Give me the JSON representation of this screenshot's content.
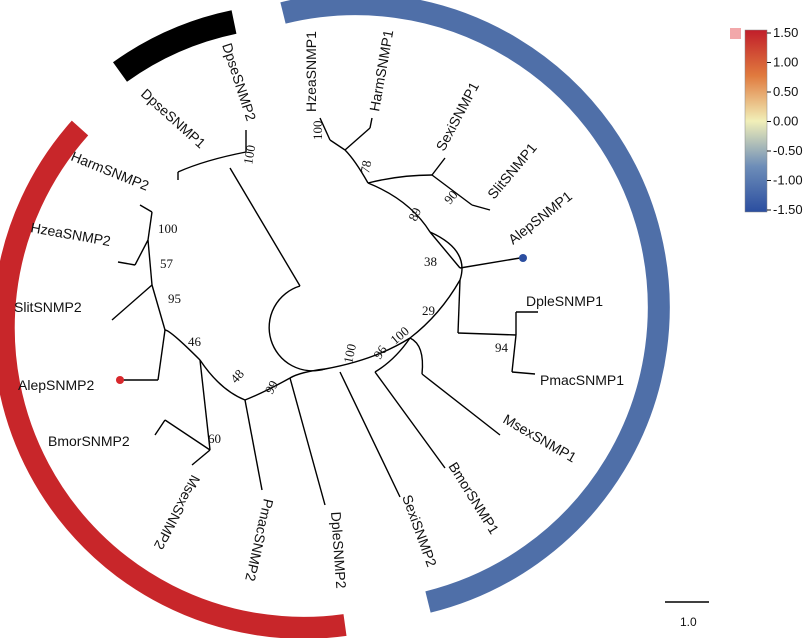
{
  "colors": {
    "snmp1_arc": "#4f6fa8",
    "snmp2_arc": "#c8262a",
    "dpse_arc": "#000000",
    "alep_snmp1_dot": "#2b4ea0",
    "alep_snmp2_dot": "#d8282c",
    "legend_marker": "#f2a8aa",
    "colorbar_stops": [
      "#2b4ea0",
      "#6d8db8",
      "#f1efb8",
      "#e07a3e",
      "#c11e2a"
    ]
  },
  "leaves": {
    "hzea1": "HzeaSNMP1",
    "harm1": "HarmSNMP1",
    "sexi1": "SexiSNMP1",
    "slit1": "SlitSNMP1",
    "alep1": "AlepSNMP1",
    "dple1": "DpleSNMP1",
    "pmac1": "PmacSNMP1",
    "msex1": "MsexSNMP1",
    "bmor1": "BmorSNMP1",
    "sexi2": "SexiSNMP2",
    "dple2": "DpleSNMP2",
    "pmac2": "PmacSNMP2",
    "msex2": "MsexSNMP2",
    "bmor2": "BmorSNMP2",
    "alep2": "AlepSNMP2",
    "slit2": "SlitSNMP2",
    "hzea2": "HzeaSNMP2",
    "harm2": "HarmSNMP2",
    "dpse1": "DpseSNMP1",
    "dpse2": "DpseSNMP2"
  },
  "bootstrap": {
    "b100_hzea_harm1": "100",
    "b78": "78",
    "b90": "90",
    "b89": "89",
    "b38": "38",
    "b94": "94",
    "b29": "29",
    "b100_snmp1": "100",
    "b96": "96",
    "b100_root": "100",
    "b99": "99",
    "b48": "48",
    "b46": "46",
    "b95": "95",
    "b57": "57",
    "b100_hzea_harm2": "100",
    "b60": "60",
    "b100_dpse": "100"
  },
  "colorbar": {
    "ticks": [
      "1.50",
      "1.00",
      "0.50",
      "0.00",
      "-0.50",
      "-1.00",
      "-1.50"
    ]
  },
  "scale_bar": {
    "label": "1.0"
  }
}
